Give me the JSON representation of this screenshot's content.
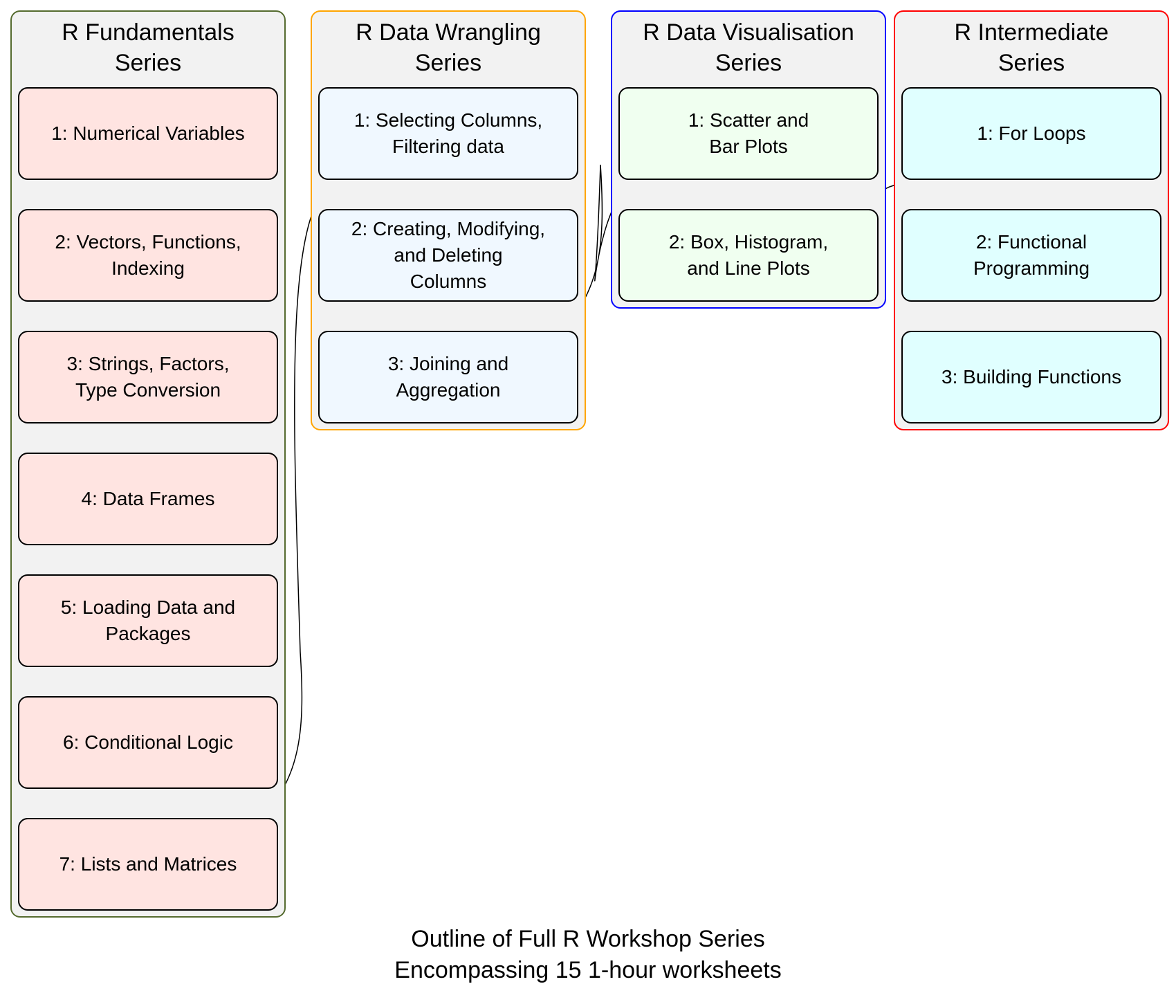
{
  "caption": "Outline of Full R Workshop Series\nEncompassing 15 1-hour worksheets",
  "clusters": [
    {
      "title": "R Fundamentals\nSeries",
      "border_color": "#556b2f",
      "fill_color": "#ffe4e1",
      "nodes": [
        "1: Numerical Variables",
        "2: Vectors, Functions,\nIndexing",
        "3: Strings, Factors,\nType Conversion",
        "4: Data Frames",
        "5: Loading Data and\nPackages",
        "6: Conditional Logic",
        "7: Lists and Matrices"
      ]
    },
    {
      "title": "R Data Wrangling\nSeries",
      "border_color": "#ffa500",
      "fill_color": "#f0f8ff",
      "nodes": [
        "1: Selecting Columns,\nFiltering data",
        "2: Creating, Modifying,\nand Deleting\nColumns",
        "3: Joining and\nAggregation"
      ]
    },
    {
      "title": "R Data Visualisation\nSeries",
      "border_color": "#0000ff",
      "fill_color": "#f0fff0",
      "nodes": [
        "1: Scatter and\nBar Plots",
        "2: Box, Histogram,\nand Line Plots"
      ]
    },
    {
      "title": "R Intermediate\nSeries",
      "border_color": "#ff0000",
      "fill_color": "#e0ffff",
      "nodes": [
        "1: For Loops",
        "2: Functional\nProgramming",
        "3: Building Functions"
      ]
    }
  ]
}
